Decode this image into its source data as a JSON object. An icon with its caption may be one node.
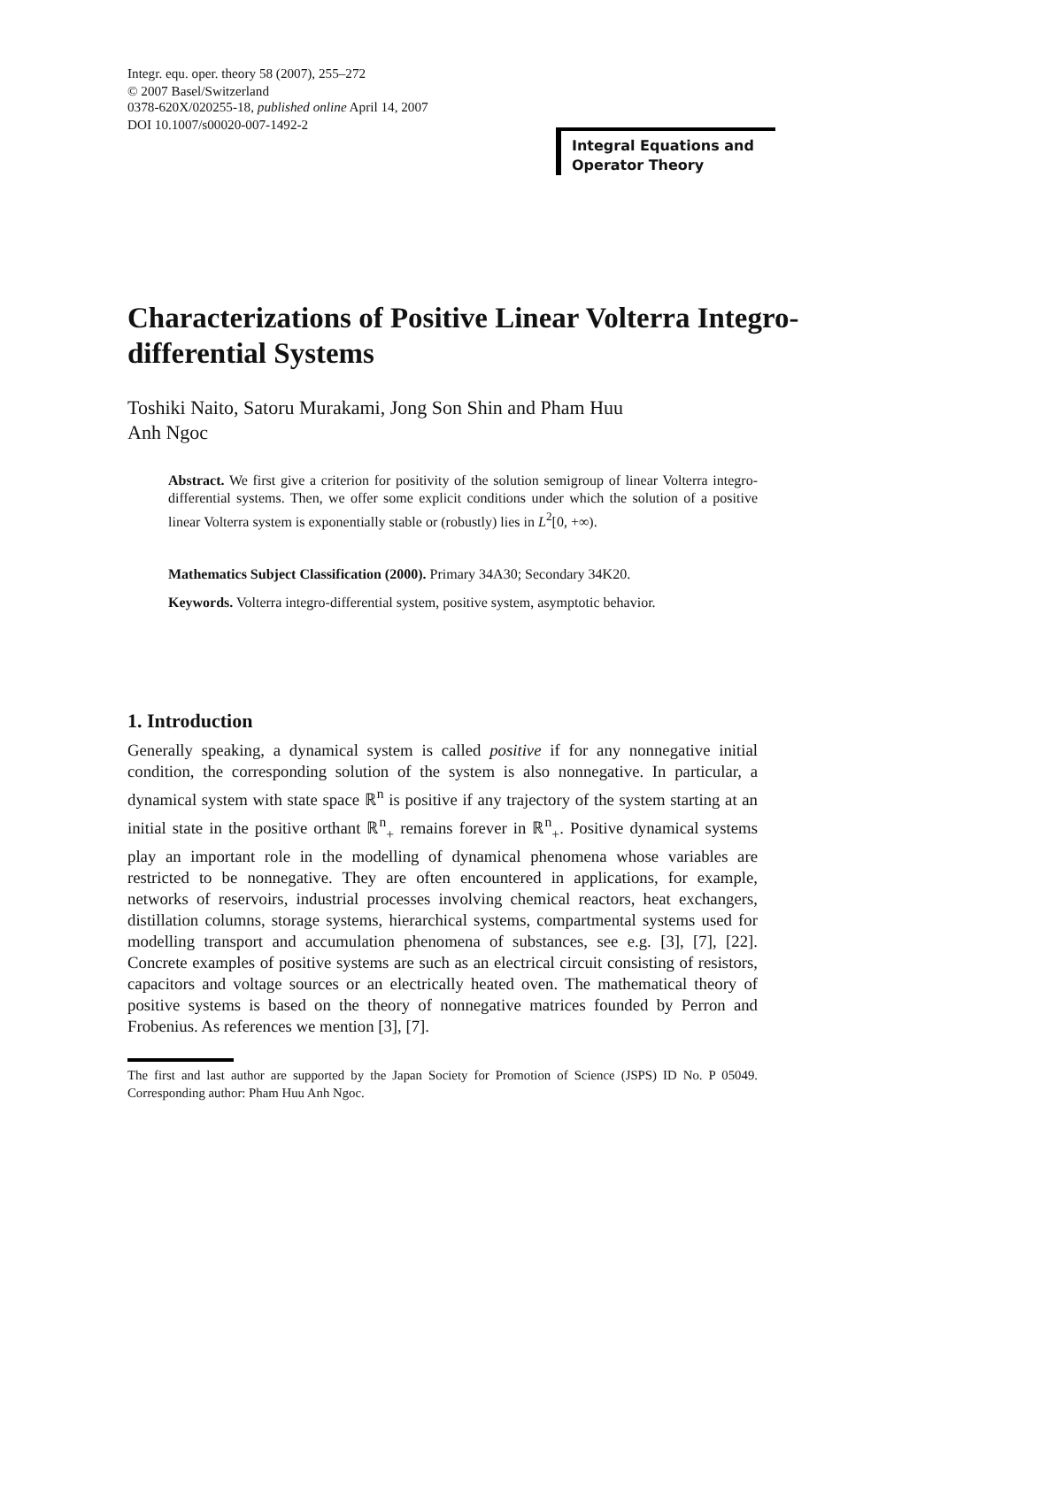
{
  "diagram": {
    "title": "Characterizations of Positive Linear Volterra Integro-differential Systems",
    "nodes": [
      {
        "text": [
          "Integral Equations and Operator Theory"
        ]
      }
    ],
    "labels": [
      "Integr. equ. oper. theory 58 (2007), 255–272",
      "© 2007 Basel/Switzerland",
      "0378-620X/020255-18, *published online* April 14, 2007",
      "DOI 10.1007/s00020-007-1492-2",
      "Toshiki Naito, Satoru Murakami, Jong Son Shin and Pham Huu Anh Ngoc",
      "**Abstract.** We first give a criterion for positivity of the solution semigroup of linear Volterra integro-differential systems. Then, we offer some explicit conditions under which the solution of a positive linear Volterra system is exponentially stable or (robustly) lies in *L*$^{2}$[0, +∞).",
      "**Mathematics Subject Classification (2000).** Primary 34A30; Secondary 34K20.",
      "**Keywords.** Volterra integro-differential system, positive system, asymptotic behavior.",
      "1. Introduction",
      "Generally speaking, a dynamical system is called *positive* if for any nonnegative initial condition, the corresponding solution of the system is also nonnegative. In particular, a dynamical system with state space ℝ$^{n}$ is positive if any trajectory of the system starting at an initial state in the positive orthant ℝ$^{n}$$_{+}$ remains forever in ℝ$^{n}$$_{+}$. Positive dynamical systems play an important role in the modelling of dynamical phenomena whose variables are restricted to be nonnegative. They are often encountered in applications, for example, networks of reservoirs, industrial processes involving chemical reactors, heat exchangers, distillation columns, storage systems, hierarchical systems, compartmental systems used for modelling transport and accumulation phenomena of substances, see e.g. [3], [7], [22]. Concrete examples of positive systems are such as an electrical circuit consisting of resistors, capacitors and voltage sources or an electrically heated oven. The mathematical theory of positive systems is based on the theory of nonnegative matrices founded by Perron and Frobenius. As references we mention [3], [7].",
      "The first and last author are supported by the Japan Society for Promotion of Science (JSPS) ID No. P 05049. Corresponding author: Pham Huu Anh Ngoc."
    ]
  }
}
